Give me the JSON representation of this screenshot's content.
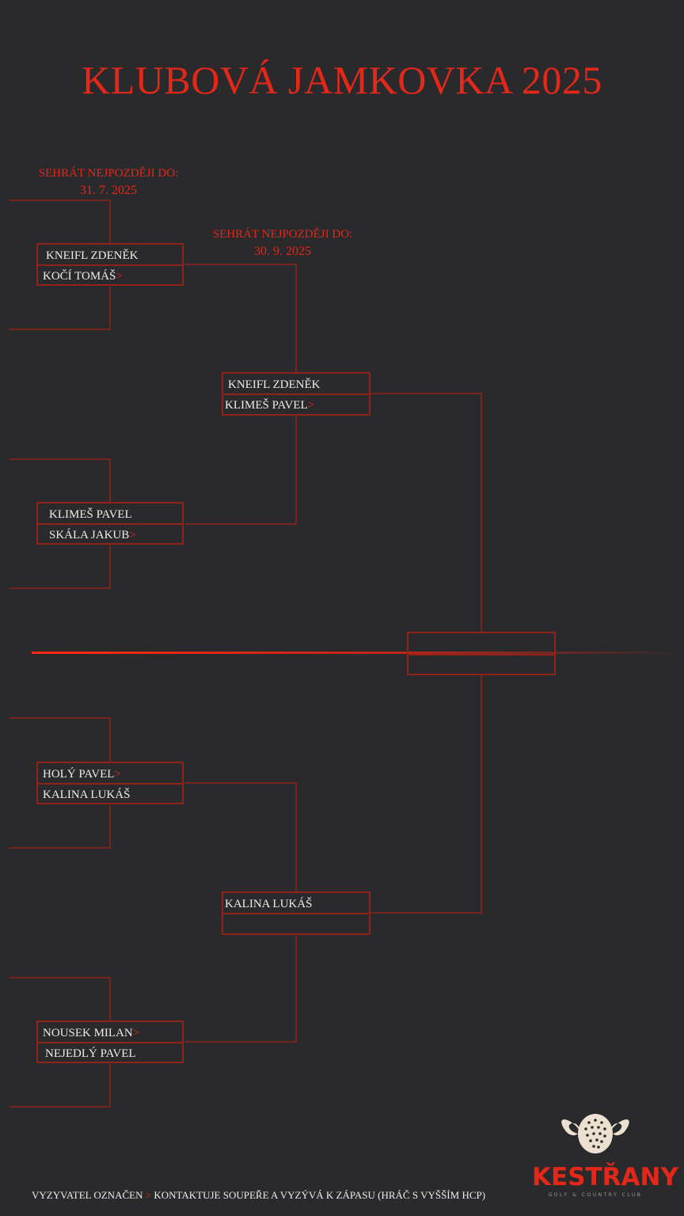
{
  "title": "KLUBOVÁ JAMKOVKA 2025",
  "deadlines": [
    {
      "label": "SEHRÁT NEJPOZDĚJI DO:",
      "date": "31. 7. 2025"
    },
    {
      "label": "SEHRÁT NEJPOZDĚJI DO:",
      "date": "30. 9. 2025"
    }
  ],
  "challenger_marker": ">",
  "round1": [
    {
      "p1": "KNEIFL ZDENĚK",
      "p1_challenger": false,
      "p2": "KOČÍ TOMÁŠ",
      "p2_challenger": true
    },
    {
      "p1": "KLIMEŠ PAVEL",
      "p1_challenger": false,
      "p2": "SKÁLA JAKUB",
      "p2_challenger": true
    },
    {
      "p1": "HOLÝ PAVEL",
      "p1_challenger": true,
      "p2": "KALINA LUKÁŠ",
      "p2_challenger": false
    },
    {
      "p1": "NOUSEK MILAN",
      "p1_challenger": true,
      "p2": "NEJEDLÝ PAVEL",
      "p2_challenger": false
    }
  ],
  "round2": [
    {
      "p1": "KNEIFL ZDENĚK",
      "p1_challenger": false,
      "p2": "KLIMEŠ PAVEL",
      "p2_challenger": true
    },
    {
      "p1": "KALINA LUKÁŠ",
      "p1_challenger": false,
      "p2": "",
      "p2_challenger": false
    }
  ],
  "final": {
    "p1": "",
    "p2": ""
  },
  "footer": {
    "before": "VYZYVATEL OZNAČEN",
    "marker": ">",
    "after": "KONTAKTUJE SOUPEŘE A VYZÝVÁ K ZÁPASU (HRÁČ S VYŠŠÍM HCP)"
  },
  "logo": {
    "name": "KESTŘANY",
    "tagline": "GOLF & COUNTRY CLUB"
  },
  "colors": {
    "accent": "#e3281a",
    "line": "#8f2219",
    "background": "#2a2a2c",
    "text": "#ececec"
  }
}
